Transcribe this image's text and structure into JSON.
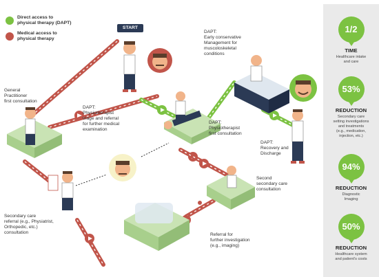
{
  "legend": {
    "direct": {
      "label": "Direct access to\nphysical therapy (DAPT)",
      "color": "#7cc242"
    },
    "medical": {
      "label": "Medical access to\nphysical therapy",
      "color": "#c1554a"
    }
  },
  "start_label": "START",
  "nodes": {
    "gp": "General\nPractitioner\nfirst consultation",
    "dapt_early": "DAPT:\nEarly conservative\nManagement for\nmuscoloskeletal\nconditions",
    "dapt_triage": "DAPT:\nPhysiotherapist\ntriage and referral\nfor further medical\nexamination",
    "dapt_first": "DAPT:\nPhysiotherapist\nfirst consultation",
    "dapt_recovery": "DAPT:\nRecovery and\nDischarge",
    "second_secondary": "Second\nsecondary care\nconsultation",
    "secondary_referral": "Secondary care\nreferral (e.g., Physiatrist,\nOrthopedic, etc.)\nconsultation",
    "referral_investigation": "Referral for\nfurther investigation\n(e.g., imaging)"
  },
  "stats": [
    {
      "value": "1/2",
      "title": "TIME",
      "subtitle": "Healthcare intake\nand care"
    },
    {
      "value": "53%",
      "title": "REDUCTION",
      "subtitle": "Secondary care\nsetting investigations\nand treatments\n(e.g., medication,\ninjection, etc.)"
    },
    {
      "value": "94%",
      "title": "REDUCTION",
      "subtitle": "Diagnostic\nImaging"
    },
    {
      "value": "50%",
      "title": "REDUCTION",
      "subtitle": "Healthcare system\nand patient's costs"
    }
  ],
  "colors": {
    "green": "#7cc242",
    "red": "#c1554a",
    "bed": "#b9dba0",
    "navy": "#2b3a55"
  }
}
